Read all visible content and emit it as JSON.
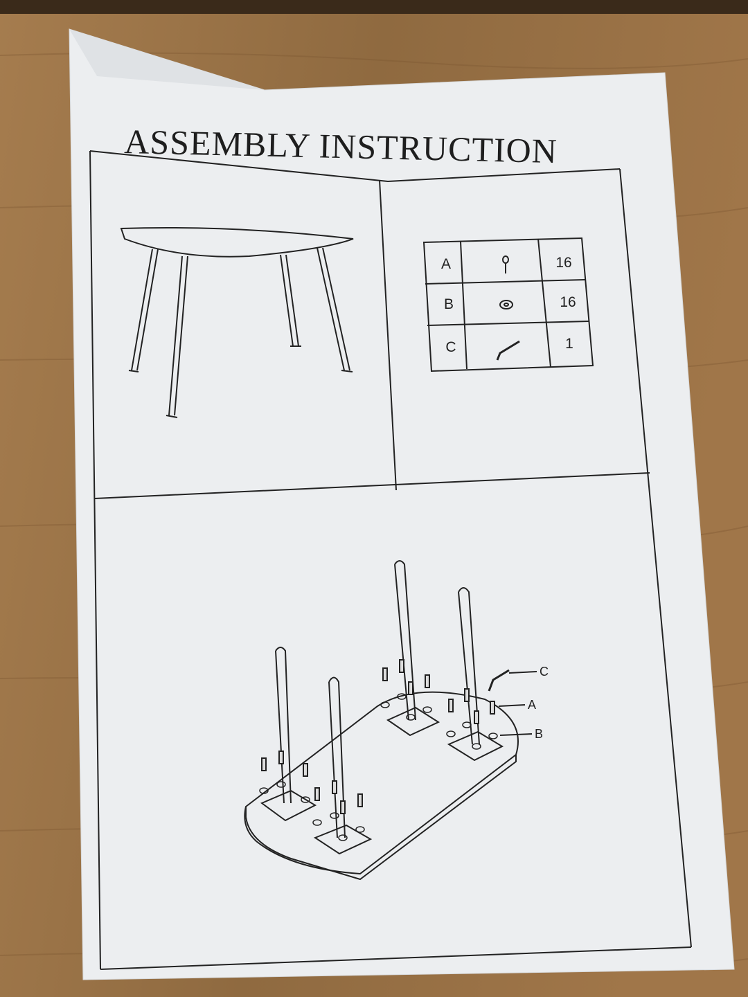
{
  "document": {
    "title": "ASSEMBLY INSTRUCTION",
    "parts_table": [
      {
        "letter": "A",
        "icon": "screw-icon",
        "qty": "16"
      },
      {
        "letter": "B",
        "icon": "washer-icon",
        "qty": "16"
      },
      {
        "letter": "C",
        "icon": "allen-key-icon",
        "qty": "1"
      }
    ],
    "callouts": [
      "C",
      "A",
      "B"
    ]
  },
  "colors": {
    "wood": "#9c7448",
    "paper": "#eceef0",
    "ink": "#222222"
  }
}
